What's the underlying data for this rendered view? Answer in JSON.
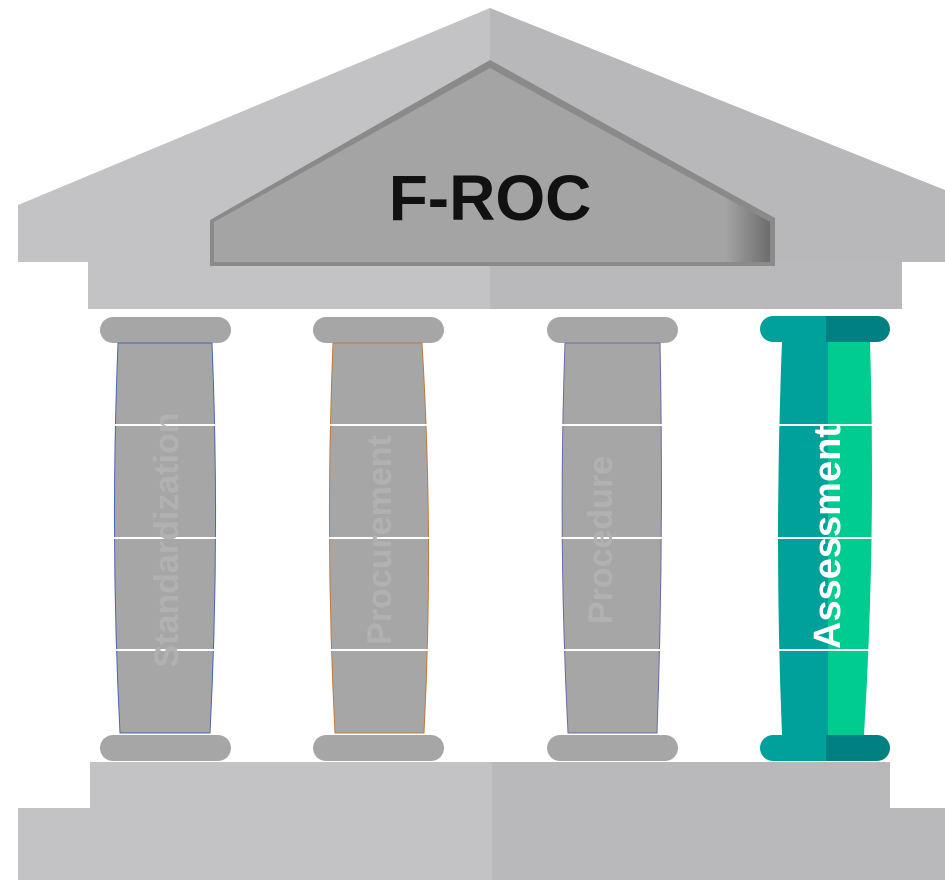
{
  "title": "F-ROC",
  "pillars": [
    {
      "label": "Standardization",
      "active": false
    },
    {
      "label": "Procurement",
      "active": false
    },
    {
      "label": "Procedure",
      "active": false
    },
    {
      "label": "Assessment",
      "active": true
    }
  ],
  "colors": {
    "roof_left": "#c2c1c3",
    "roof_right": "#b8b8ba",
    "pediment": "#a4a4a4",
    "pillar_inactive": "#a6a6a6",
    "pillar_inactive_text": "#b1b1b1",
    "pillar_active_left": "#00a19a",
    "pillar_active_right": "#00cc90",
    "cap_active_left": "#00a19a",
    "cap_active_right": "#008080",
    "base": "#c2c1c3",
    "title_text": "#111111"
  }
}
